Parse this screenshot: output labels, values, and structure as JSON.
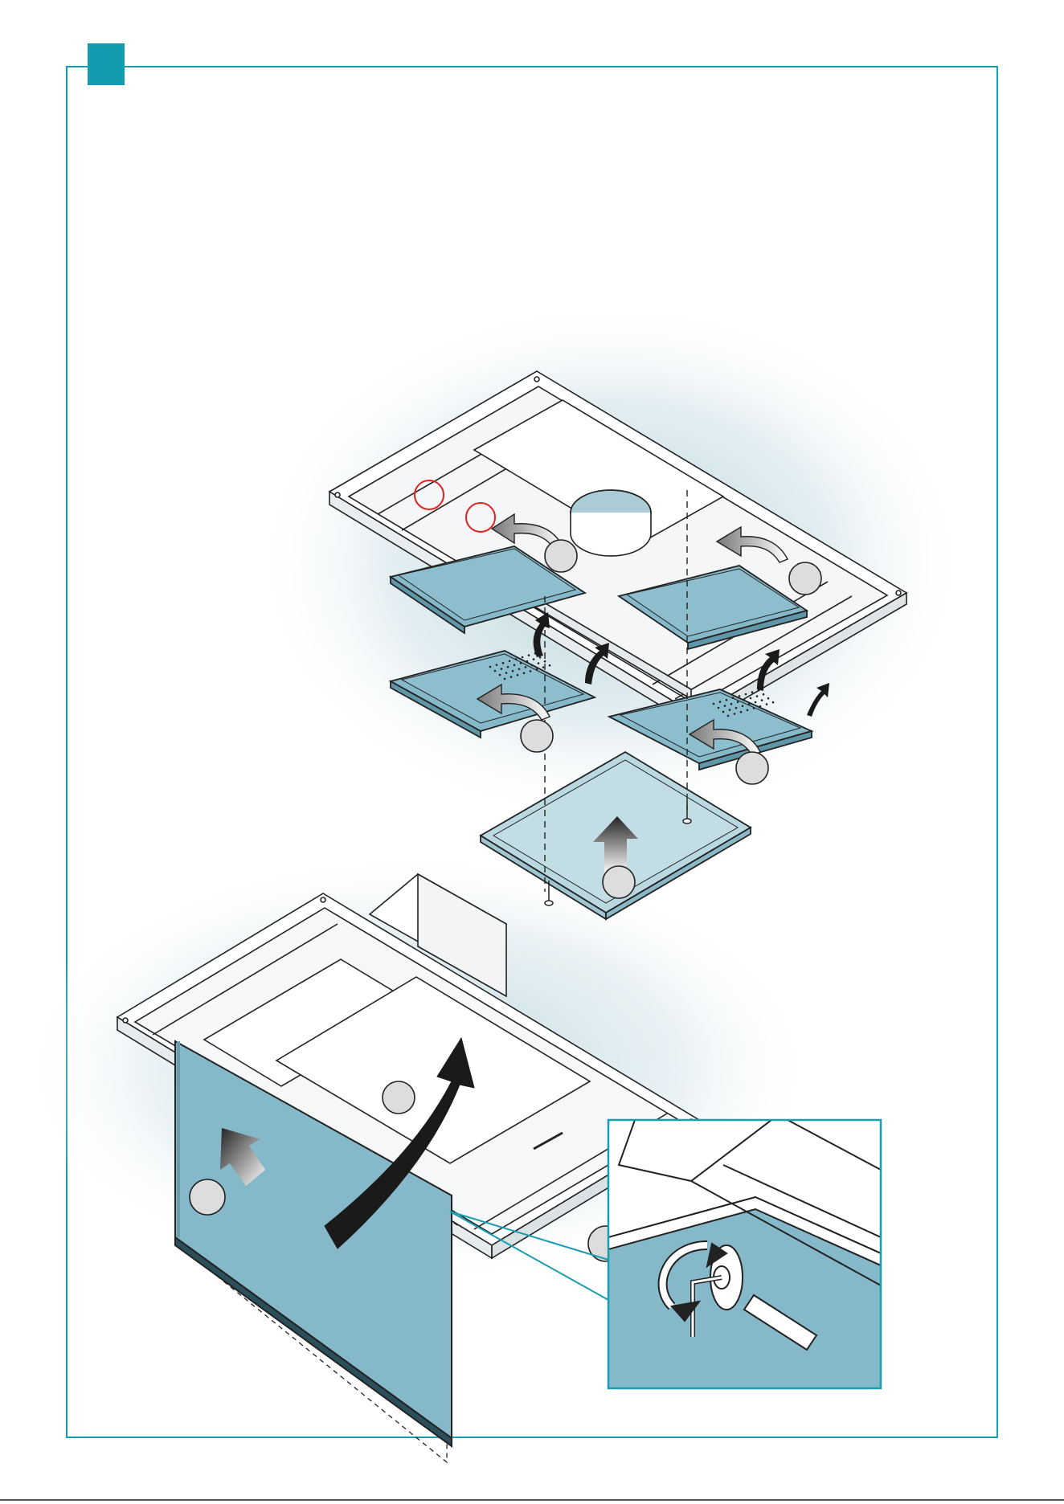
{
  "page": {
    "frame_color": "#1b9db0",
    "badge_color": "#139bb0",
    "panel_color": "#85b8c8",
    "panel_light_color": "#b9d8e0",
    "arrow_dark_color": "#1a1a1a",
    "highlight_circle_color": "#e02020",
    "step_badge_label": ""
  },
  "callouts": [
    {
      "id": "callout-1",
      "label": ""
    },
    {
      "id": "callout-2",
      "label": ""
    },
    {
      "id": "callout-3",
      "label": ""
    },
    {
      "id": "callout-4",
      "label": ""
    },
    {
      "id": "callout-5",
      "label": ""
    },
    {
      "id": "callout-6",
      "label": ""
    },
    {
      "id": "callout-7",
      "label": ""
    },
    {
      "id": "callout-8",
      "label": ""
    }
  ],
  "icons": [
    "hood-frame",
    "filter-panel",
    "cover-panel",
    "screw-icon",
    "rotate-arrow-icon",
    "lift-arrow-icon",
    "hex-key-icon",
    "hinge-detail"
  ]
}
